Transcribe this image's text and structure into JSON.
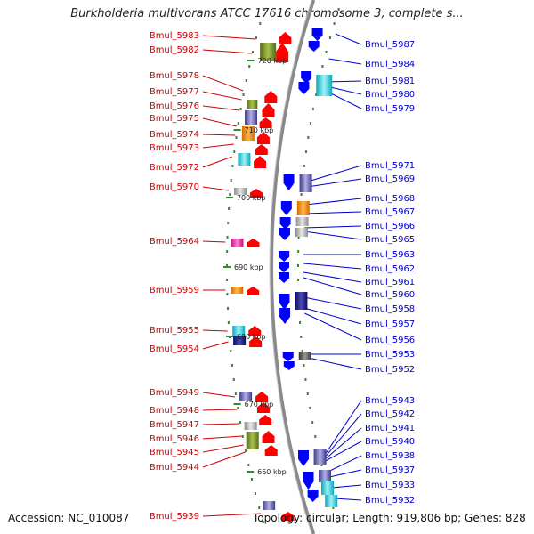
{
  "title": "Burkholderia multivorans ATCC 17616 chromosome 3, complete s...",
  "accession": "Accession: NC_010087",
  "summary": "Topology: circular; Length: 919,806 bp; Genes: 828",
  "colors": {
    "left_labels": "#cc0000",
    "right_labels": "#0000cc",
    "backbone": "#8a8a8a",
    "forward_arrow": "#ff0000",
    "reverse_arrow": "#0000ff",
    "dots": "#2e8b2e"
  },
  "ticks": [
    "720 kbp",
    "710 kbp",
    "700 kbp",
    "690 kbp",
    "680 kbp",
    "670 kbp",
    "660 kbp"
  ],
  "left_genes": [
    "Bmul_5983",
    "Bmul_5982",
    "Bmul_5978",
    "Bmul_5977",
    "Bmul_5976",
    "Bmul_5975",
    "Bmul_5974",
    "Bmul_5973",
    "Bmul_5972",
    "Bmul_5970",
    "Bmul_5964",
    "Bmul_5959",
    "Bmul_5955",
    "Bmul_5954",
    "Bmul_5949",
    "Bmul_5948",
    "Bmul_5947",
    "Bmul_5946",
    "Bmul_5945",
    "Bmul_5944",
    "Bmul_5939"
  ],
  "right_genes": [
    "Bmul_5987",
    "Bmul_5984",
    "Bmul_5981",
    "Bmul_5980",
    "Bmul_5979",
    "Bmul_5971",
    "Bmul_5969",
    "Bmul_5968",
    "Bmul_5967",
    "Bmul_5966",
    "Bmul_5965",
    "Bmul_5963",
    "Bmul_5962",
    "Bmul_5961",
    "Bmul_5960",
    "Bmul_5958",
    "Bmul_5957",
    "Bmul_5956",
    "Bmul_5953",
    "Bmul_5952",
    "Bmul_5943",
    "Bmul_5942",
    "Bmul_5941",
    "Bmul_5940",
    "Bmul_5938",
    "Bmul_5937",
    "Bmul_5933",
    "Bmul_5932"
  ]
}
